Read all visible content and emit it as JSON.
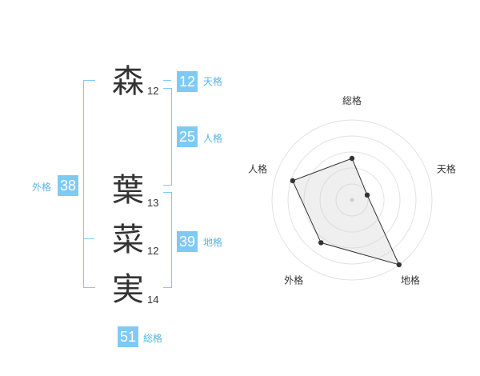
{
  "name": {
    "chars": [
      {
        "char": "森",
        "strokes": "12"
      },
      {
        "char": "葉",
        "strokes": "13"
      },
      {
        "char": "菜",
        "strokes": "12"
      },
      {
        "char": "実",
        "strokes": "14"
      }
    ]
  },
  "fortune": {
    "ten": {
      "value": "12",
      "label": "天格"
    },
    "jin": {
      "value": "25",
      "label": "人格"
    },
    "chi": {
      "value": "39",
      "label": "地格"
    },
    "gai": {
      "value": "38",
      "label": "外格"
    },
    "sou": {
      "value": "51",
      "label": "総格"
    }
  },
  "colors": {
    "accent": "#7fcaf5",
    "label": "#58b4e9",
    "text": "#333333"
  },
  "chart_data": {
    "type": "radar",
    "axes": [
      "総格",
      "天格",
      "地格",
      "外格",
      "人格"
    ],
    "max": 5,
    "rings": 5,
    "values": [
      2.6,
      1.0,
      5.0,
      3.3,
      3.9
    ]
  }
}
